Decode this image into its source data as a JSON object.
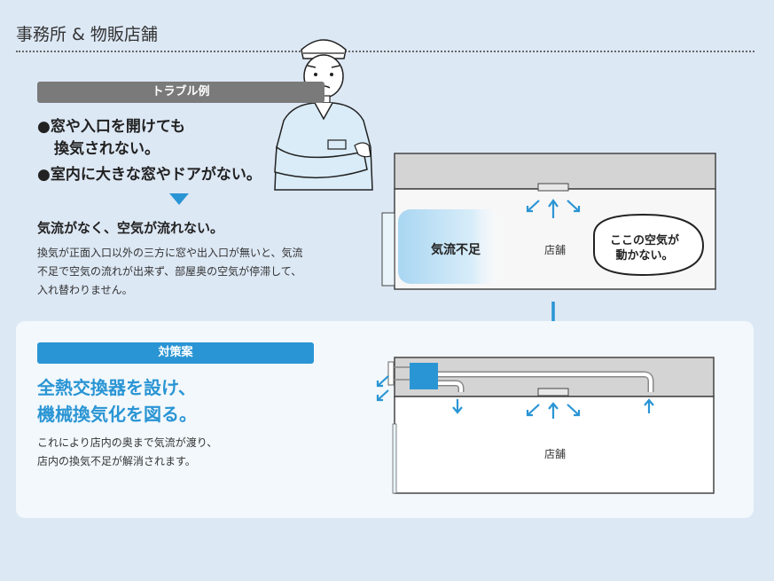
{
  "page_title": "事務所 & 物販店舗",
  "trouble": {
    "label": "トラブル例",
    "bullet1_line1": "●窓や入口を開けても",
    "bullet1_line2": "換気されない。",
    "bullet2": "●室内に大きな窓やドアがない。",
    "result_head": "気流がなく、空気が流れない。",
    "desc_line1": "換気が正面入口以外の三方に窓や出入口が無いと、気流",
    "desc_line2": "不足で空気の流れが出来ず、部屋奥の空気が停滞して、",
    "desc_line3": "入れ替わりません。"
  },
  "diagram1": {
    "airflow_shortage": "気流不足",
    "store": "店舗",
    "stagnant_line1": "ここの空気が",
    "stagnant_line2": "動かない。"
  },
  "measure": {
    "label": "対策案",
    "head_line1": "全熱交換器を設け、",
    "head_line2": "機械換気化を図る。",
    "desc_line1": "これにより店内の奥まで気流が渡り、",
    "desc_line2": "店内の換気不足が解消されます。"
  },
  "diagram2": {
    "store": "店舗"
  },
  "colors": {
    "background": "#dde8f5",
    "accent_blue": "#2a95d4",
    "trouble_gray": "#7a7a7a",
    "panel": "#f2f8fc"
  }
}
